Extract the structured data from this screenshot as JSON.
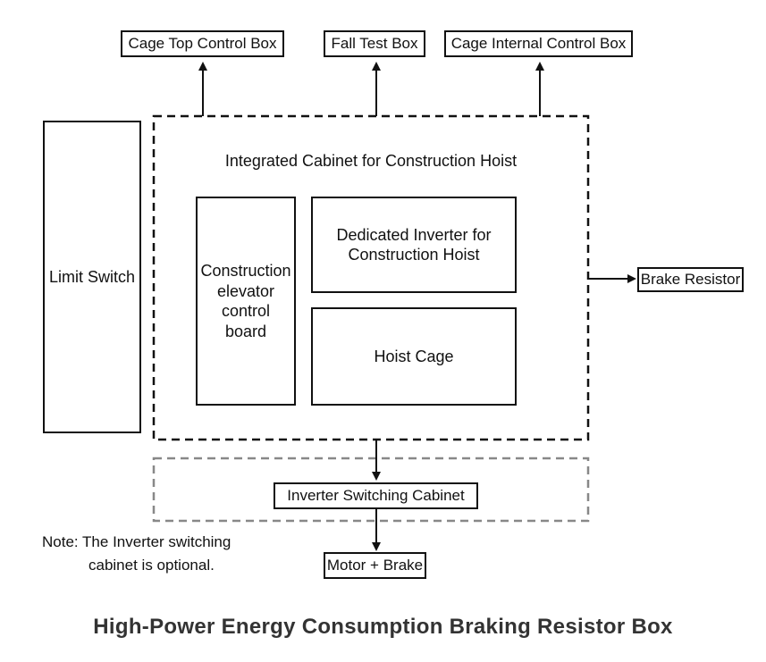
{
  "top_boxes": {
    "cage_top": "Cage Top Control Box",
    "fall_test": "Fall Test Box",
    "cage_internal": "Cage Internal Control Box"
  },
  "limit_switch": "Limit Switch",
  "cabinet_title": "Integrated Cabinet for Construction Hoist",
  "control_board": "Construction elevator control board",
  "inverter": "Dedicated Inverter for Construction Hoist",
  "hoist_cage": "Hoist Cage",
  "brake_resistor": "Brake Resistor",
  "inverter_switching": "Inverter Switching Cabinet",
  "motor_brake": "Motor + Brake",
  "note": {
    "line1": "Note: The Inverter switching",
    "line2": "cabinet is optional."
  },
  "caption": "High-Power Energy Consumption Braking Resistor Box"
}
